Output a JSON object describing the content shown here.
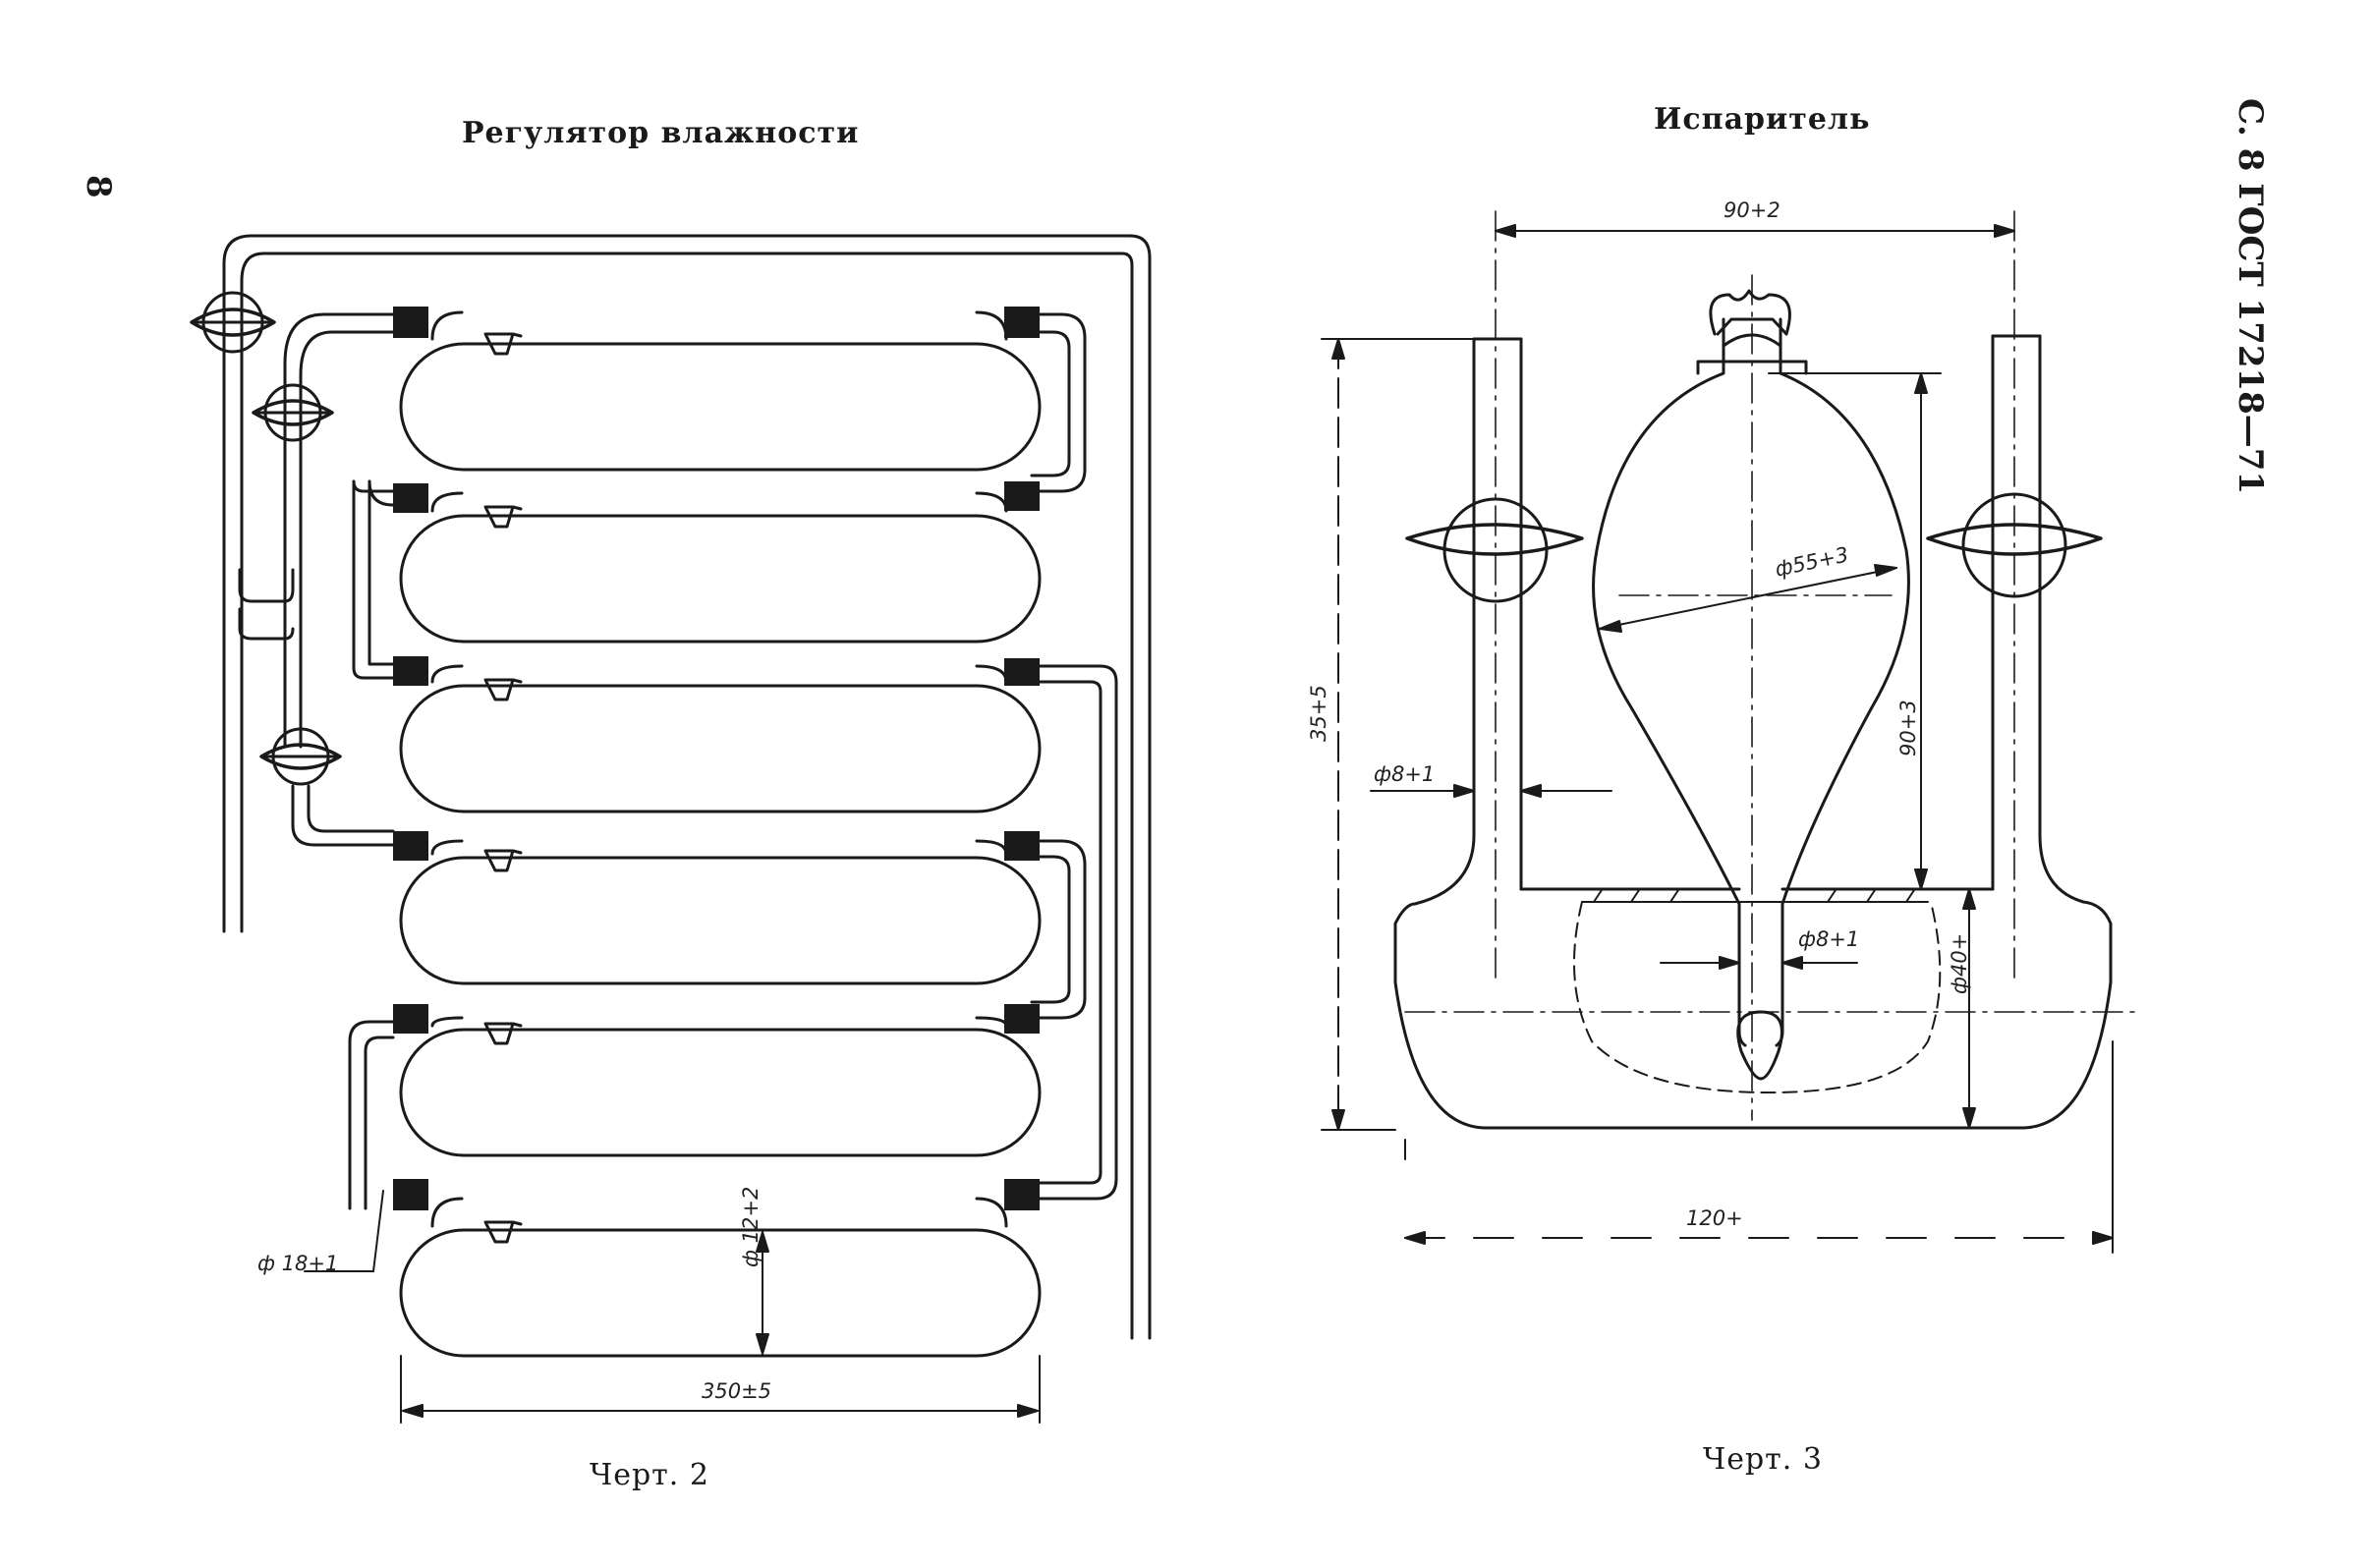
{
  "page": {
    "number": "8",
    "header": "С. 8 ГОСТ 17218—71"
  },
  "figure2": {
    "title": "Регулятор влажности",
    "caption": "Черт. 2",
    "dims": {
      "tube": "ф 18+1",
      "vessel_d": "ф 12+2",
      "length": "350±5"
    }
  },
  "figure3": {
    "title": "Испаритель",
    "caption": "Черт. 3",
    "dims": {
      "width_top": "90+2",
      "height": "35+5",
      "bulb_d": "ф55+3",
      "funnel_h": "90+3",
      "tube_d_left": "ф8+1",
      "tube_d_mid": "ф8+1",
      "flask_d": "ф40+",
      "width_bottom": "120+"
    }
  },
  "colors": {
    "ink": "#1a1a1a",
    "paper": "#ffffff"
  }
}
